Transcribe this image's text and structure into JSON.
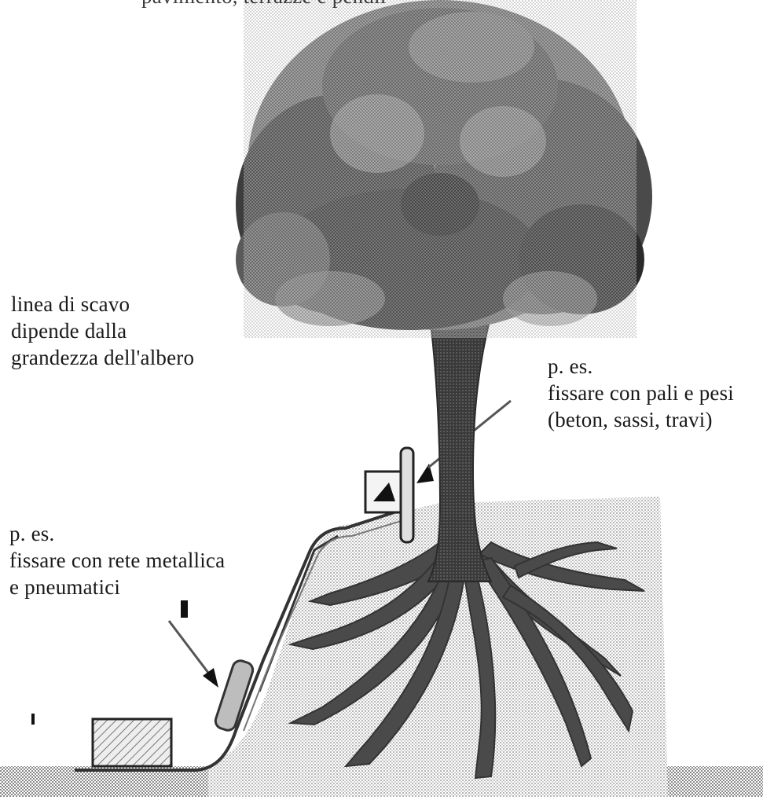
{
  "labels": {
    "top_caption": "pavimento, terrazze e pendii",
    "scavo": [
      "linea di scavo",
      "dipende dalla",
      "grandezza dell'albero"
    ],
    "pali": [
      "p. es.",
      "fissare con pali e pesi",
      "(beton, sassi, travi)"
    ],
    "rete": [
      "p. es.",
      "fissare con rete metallica",
      "e pneumatici"
    ]
  },
  "colors": {
    "ground": "#d4d4d4",
    "hill": "#e6e6e6",
    "trunk": "#4a4a4a",
    "foliage_dark": "#222222",
    "foliage_mid": "#555555",
    "foliage_light": "#9a9a9a",
    "outline": "#333333"
  }
}
